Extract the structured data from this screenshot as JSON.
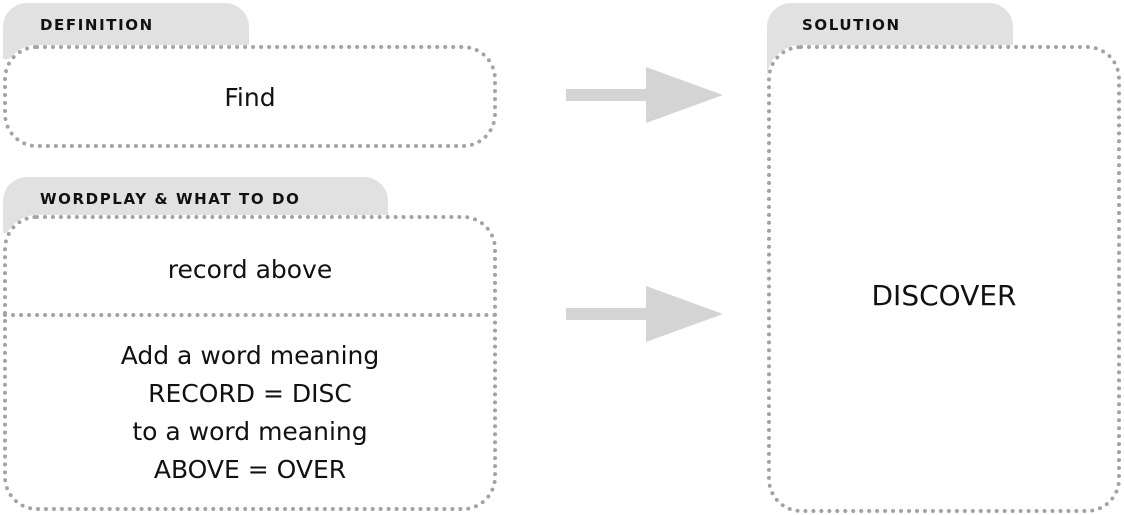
{
  "definition": {
    "label": "DEFINITION",
    "text": "Find"
  },
  "wordplay": {
    "label": "WORDPLAY & WHAT TO DO",
    "fodder": "record above",
    "instructions": [
      "Add a word meaning",
      "RECORD = DISC",
      "to a word meaning",
      "ABOVE = OVER"
    ]
  },
  "solution": {
    "label": "SOLUTION",
    "answer": "DISCOVER"
  },
  "colors": {
    "tab_fill": "#e1e1e1",
    "dotted_border": "#a3a3a3",
    "arrow": "#d4d4d4",
    "text": "#111111"
  },
  "icons": [
    "arrow-right-icon",
    "arrow-right-icon"
  ]
}
